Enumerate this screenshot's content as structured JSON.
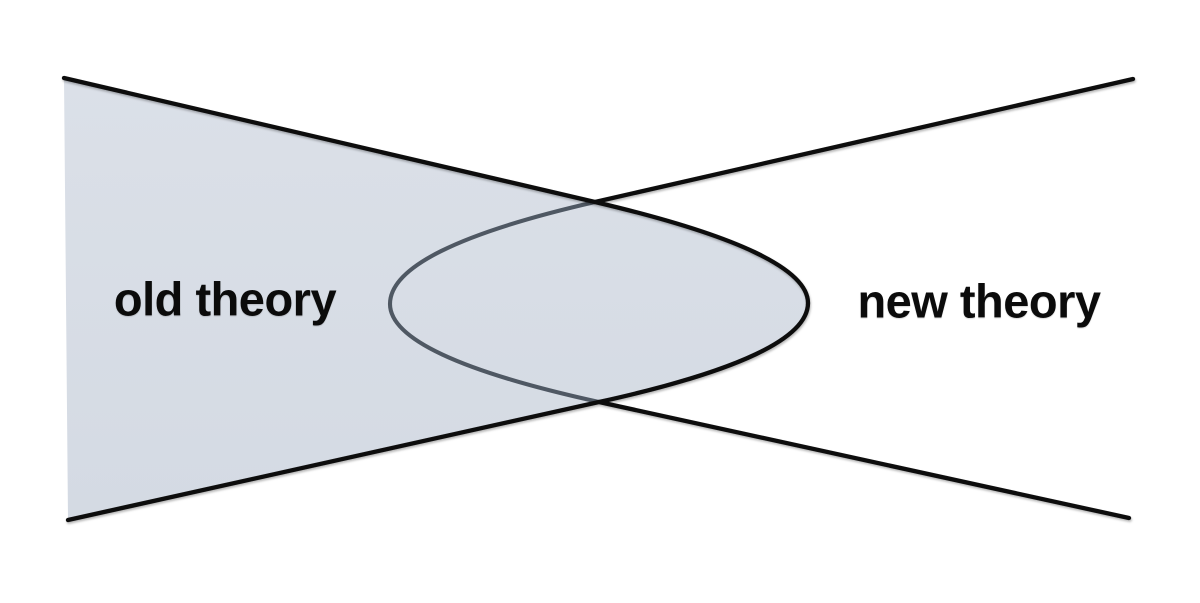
{
  "diagram": {
    "title": "old theory vs new theory overlap diagram",
    "labels": {
      "old": "old theory",
      "new": "new theory"
    },
    "colors": {
      "background": "#ffffff",
      "old_theory_fill_top": "#dbe0e8",
      "old_theory_fill_bottom": "#d4dae3",
      "outline_black": "#0d0d0d",
      "new_theory_outline_under_fill": "#4f5863",
      "label_text": "#0b0b0b"
    }
  }
}
